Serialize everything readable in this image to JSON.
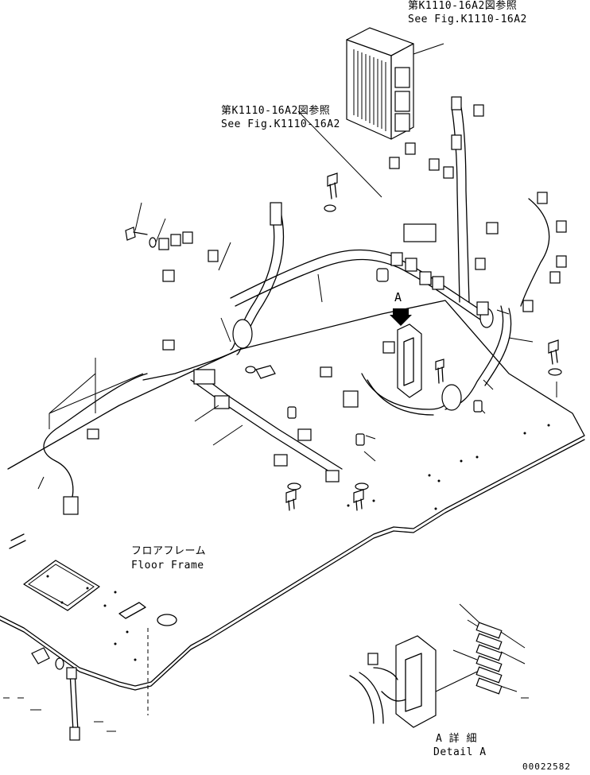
{
  "callouts": {
    "top_right_ref_jp": "第K1110-16A2図参照",
    "top_right_ref_en": "See Fig.K1110-16A2",
    "middle_ref_jp": "第K1110-16A2図参照",
    "middle_ref_en": "See Fig.K1110-16A2",
    "detail_marker": "A",
    "floor_frame_jp": "フロアフレーム",
    "floor_frame_en": "Floor Frame",
    "detail_title_jp": "A 詳 細",
    "detail_title_en": "Detail A",
    "drawing_number": "00022582"
  }
}
